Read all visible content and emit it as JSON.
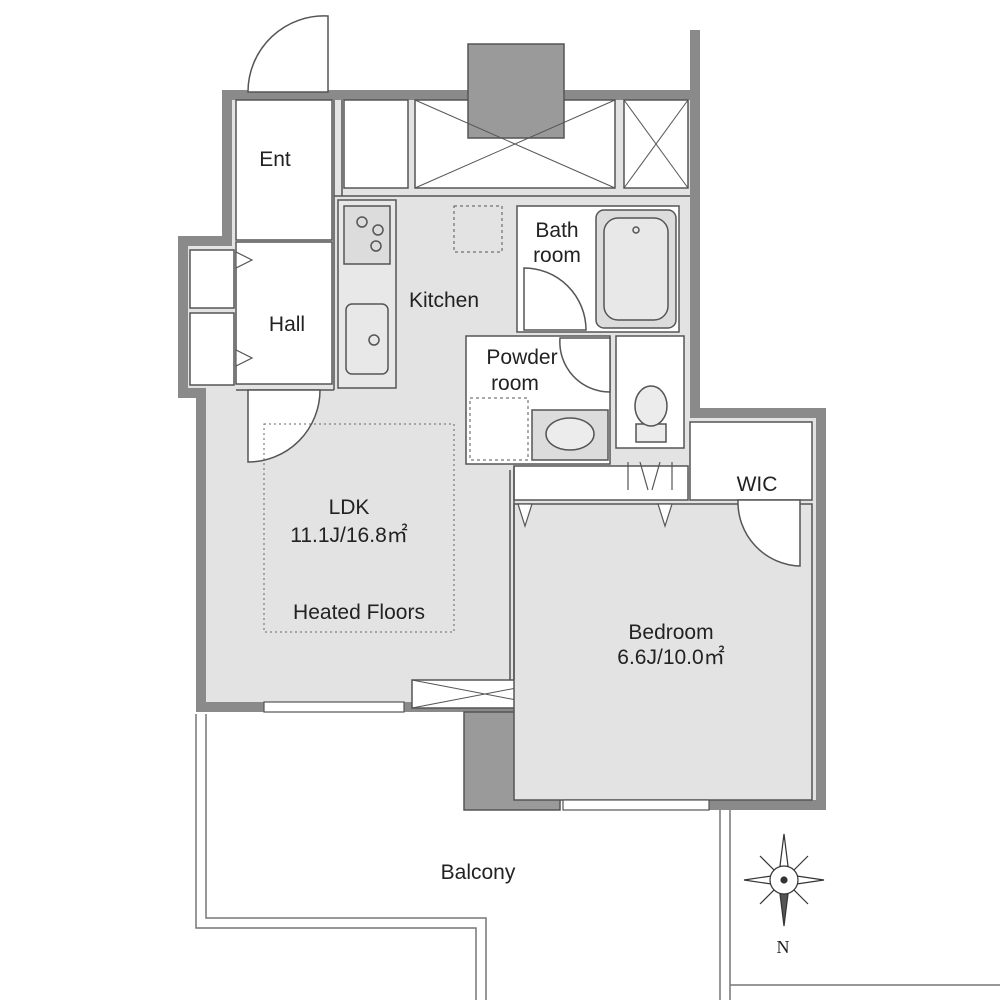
{
  "rooms": {
    "entrance": "Ent",
    "hall": "Hall",
    "kitchen": "Kitchen",
    "bath_line1": "Bath",
    "bath_line2": "room",
    "powder_line1": "Powder",
    "powder_line2": "room",
    "ldk_name": "LDK",
    "ldk_size": "11.1J/16.8㎡",
    "ldk_feature": "Heated Floors",
    "wic": "WIC",
    "bedroom_name": "Bedroom",
    "bedroom_size": "6.6J/10.0㎡",
    "balcony": "Balcony"
  },
  "compass": {
    "north": "N"
  },
  "colors": {
    "wall": "#8a8a8a",
    "floor": "#e3e3e3",
    "shaft": "#9a9a9a",
    "line": "#555555"
  }
}
